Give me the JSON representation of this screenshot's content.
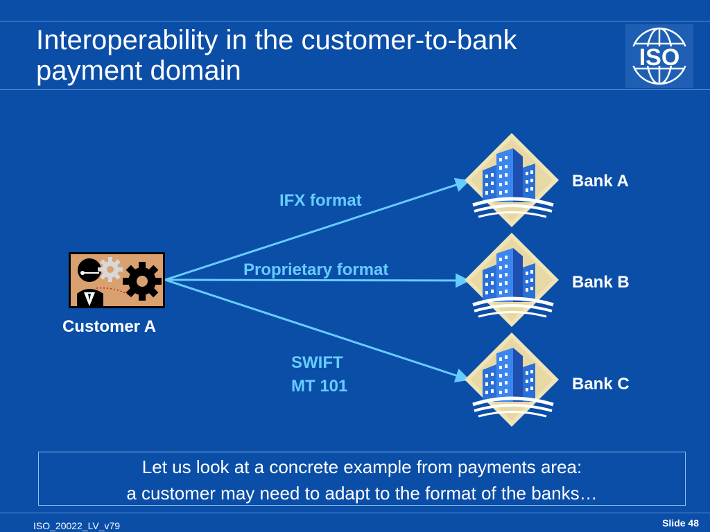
{
  "title": {
    "line1": "Interoperability in the customer-to-bank",
    "line2": "payment domain"
  },
  "logo": {
    "text": "ISO",
    "icon": "globe-icon"
  },
  "diagram": {
    "customer": {
      "label": "Customer A",
      "icon": "person-with-gears-icon"
    },
    "banks": [
      {
        "label": "Bank A",
        "icon": "bank-building-icon"
      },
      {
        "label": "Bank B",
        "icon": "bank-building-icon"
      },
      {
        "label": "Bank C",
        "icon": "bank-building-icon"
      }
    ],
    "formats": [
      {
        "line1": "IFX format"
      },
      {
        "line1": "Proprietary format"
      },
      {
        "line1": "SWIFT",
        "line2": "MT 101"
      }
    ],
    "colors": {
      "arrow": "#66ccff",
      "background": "#0b4ea8"
    }
  },
  "note": {
    "line1": "Let us look at a concrete example from payments area:",
    "line2": "a customer may need to adapt to the format of the banks…"
  },
  "footer": {
    "doc_id": "ISO_20022_LV_v79",
    "slide": "Slide 48"
  }
}
